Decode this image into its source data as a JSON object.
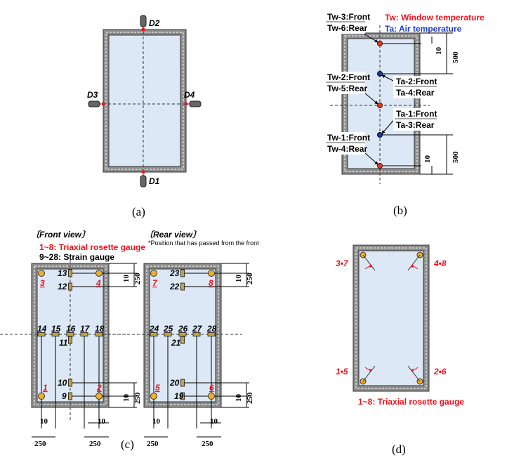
{
  "panel_a": {
    "caption": "(a)",
    "sensors": {
      "top": "D2",
      "bottom": "D1",
      "left": "D3",
      "right": "D4"
    }
  },
  "panel_b": {
    "caption": "(b)",
    "legend_tw": "Tw: Window temperature",
    "legend_ta": "Ta: Air temperature",
    "labels": [
      {
        "front": "Tw-3:Front",
        "rear": "Tw-6:Rear"
      },
      {
        "front": "Ta-2:Front",
        "rear": "Ta-4:Rear"
      },
      {
        "front": "Tw-2:Front",
        "rear": "Tw-5:Rear"
      },
      {
        "front": "Ta-1:Front",
        "rear": "Ta-3:Rear"
      },
      {
        "front": "Tw-1:Front",
        "rear": "Tw-4:Rear"
      }
    ],
    "dims": {
      "top_small": "10",
      "top_large": "500",
      "bottom_small": "10",
      "bottom_large": "500"
    },
    "colors": {
      "tw": "#e04020",
      "ta": "#1a3aa0"
    }
  },
  "panel_c": {
    "caption": "(c)",
    "front_title": "〔Front view〕",
    "rear_title": "〔Rear view〕",
    "rear_note": "*Position that has passed from the front",
    "legend_rosette": "1~8: Triaxial rosette gauge",
    "legend_strain": "9~28: Strain gauge",
    "front": {
      "rosettes": [
        "3",
        "4",
        "1",
        "2"
      ],
      "strain": [
        "13",
        "12",
        "14",
        "15",
        "16",
        "17",
        "18",
        "11",
        "10",
        "9"
      ]
    },
    "rear": {
      "rosettes": [
        "7",
        "8",
        "5",
        "6"
      ],
      "strain": [
        "23",
        "22",
        "24",
        "25",
        "26",
        "27",
        "28",
        "21",
        "20",
        "19"
      ]
    },
    "dims": {
      "small": "10",
      "large": "250"
    }
  },
  "panel_d": {
    "caption": "(d)",
    "corner_labels": [
      "3•7",
      "4•8",
      "1•5",
      "2•6"
    ],
    "legend": "1~8: Triaxial rosette gauge"
  }
}
